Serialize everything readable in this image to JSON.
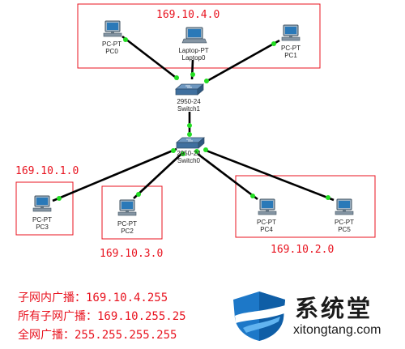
{
  "subnets": [
    {
      "id": "top",
      "label": "169.10.4.0"
    },
    {
      "id": "left",
      "label": "169.10.1.0"
    },
    {
      "id": "middle",
      "label": "169.10.3.0"
    },
    {
      "id": "right",
      "label": "169.10.2.0"
    }
  ],
  "devices": {
    "pc0": {
      "model": "PC-PT",
      "name": "PC0"
    },
    "laptop0": {
      "model": "Laptop-PT",
      "name": "Laptop0"
    },
    "pc1": {
      "model": "PC-PT",
      "name": "PC1"
    },
    "switch1": {
      "model": "2950-24",
      "name": "Switch1"
    },
    "switch0": {
      "model": "2950-24",
      "name": "Switch0"
    },
    "pc3": {
      "model": "PC-PT",
      "name": "PC3"
    },
    "pc2": {
      "model": "PC-PT",
      "name": "PC2"
    },
    "pc4": {
      "model": "PC-PT",
      "name": "PC4"
    },
    "pc5": {
      "model": "PC-PT",
      "name": "PC5"
    }
  },
  "broadcast_info": [
    "子网内广播：169.10.4.255",
    "所有子网广播：169.10.255.25",
    "全网广播：255.255.255.255"
  ],
  "watermark": {
    "text": "系统堂",
    "url": "xitongtang.com"
  },
  "colors": {
    "accent": "#e8131f",
    "link": "#000000",
    "port": "#22dd22"
  }
}
